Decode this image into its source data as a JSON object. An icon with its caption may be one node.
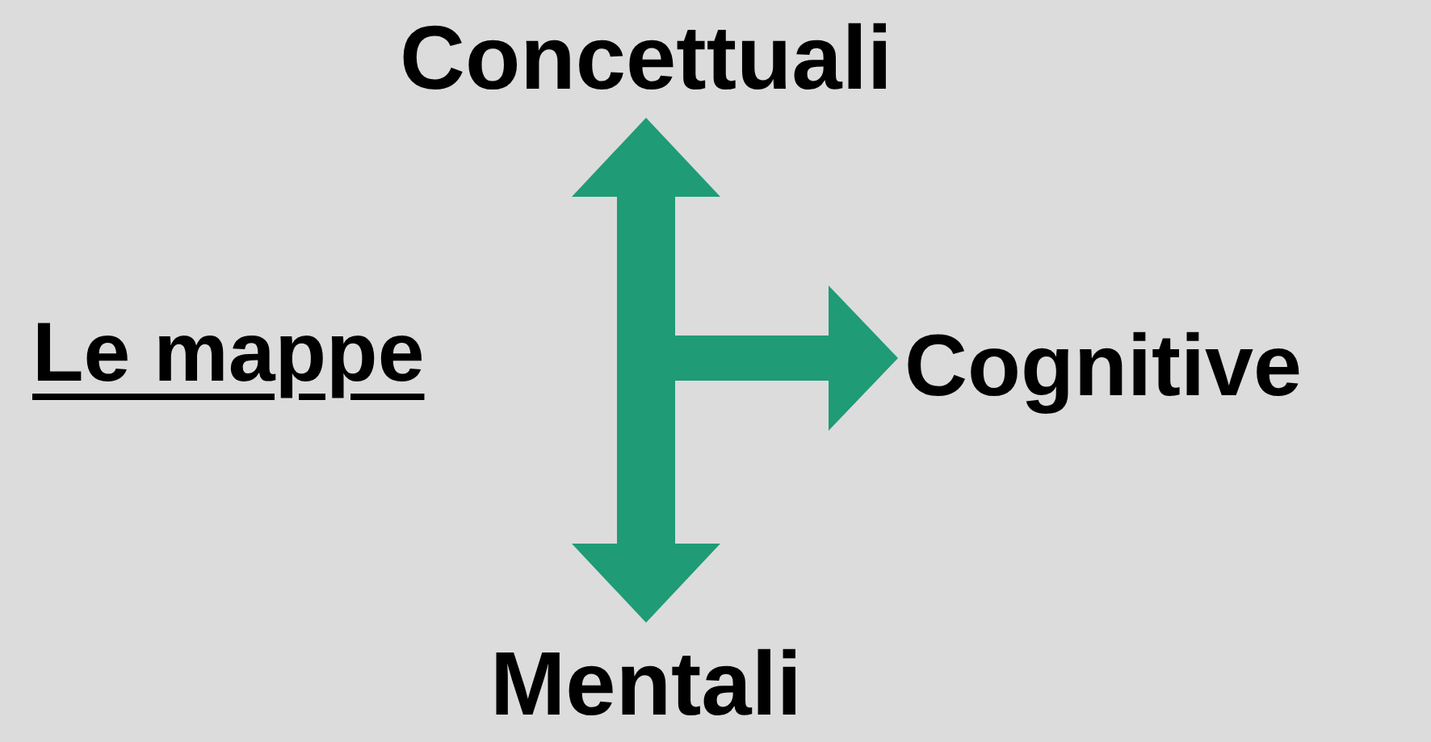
{
  "diagram": {
    "nodes": [
      {
        "text": [
          "Le mappe"
        ]
      },
      {
        "text": [
          "Concettuali"
        ]
      },
      {
        "text": [
          "Cognitive"
        ]
      },
      {
        "text": [
          "Mentali"
        ]
      }
    ],
    "edges": [
      {
        "from": null,
        "to": 1,
        "arrow": "to"
      },
      {
        "from": null,
        "to": 3,
        "arrow": "to"
      },
      {
        "from": null,
        "to": 2,
        "arrow": "to"
      }
    ]
  }
}
